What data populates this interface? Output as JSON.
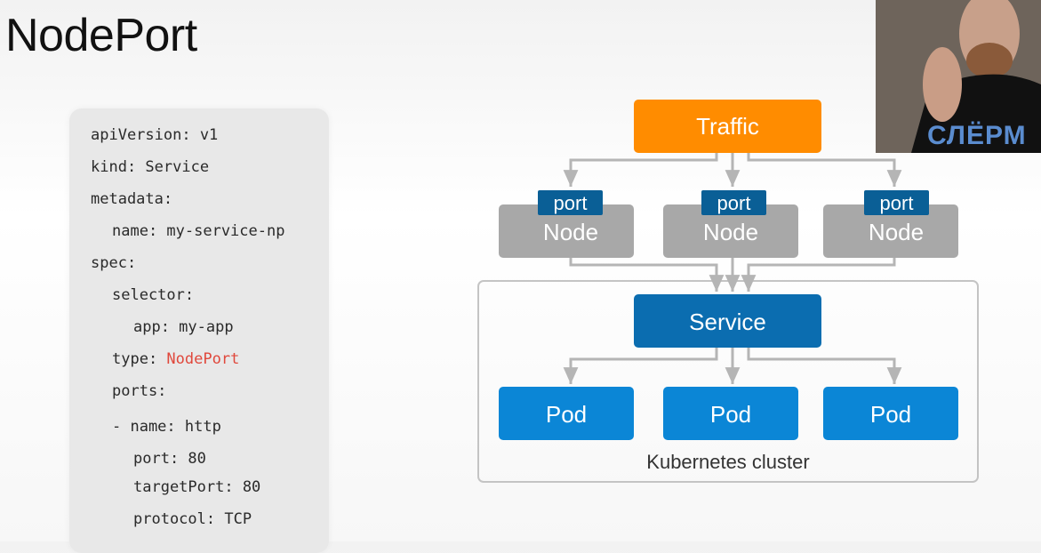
{
  "slide": {
    "title": "NodePort"
  },
  "code": {
    "lines": [
      {
        "text": "apiVersion: v1"
      },
      {
        "text": "kind: Service"
      },
      {
        "text": "metadata:"
      },
      {
        "text": "  name: my-service-np"
      },
      {
        "text": "spec:"
      },
      {
        "text": "  selector:"
      },
      {
        "text": "    app: my-app"
      },
      {
        "text": "  type: ",
        "highlight": "NodePort"
      },
      {
        "text": "  ports:"
      },
      {
        "text": "  - name: http"
      },
      {
        "text": "    port: 80"
      },
      {
        "text": "    targetPort: 80"
      },
      {
        "text": "    protocol: TCP"
      }
    ],
    "highlight_color": "#e0483c"
  },
  "diagram": {
    "traffic_label": "Traffic",
    "nodes": [
      {
        "label": "Node",
        "port_label": "port"
      },
      {
        "label": "Node",
        "port_label": "port"
      },
      {
        "label": "Node",
        "port_label": "port"
      }
    ],
    "service_label": "Service",
    "pods": [
      {
        "label": "Pod"
      },
      {
        "label": "Pod"
      },
      {
        "label": "Pod"
      }
    ],
    "cluster_label": "Kubernetes cluster",
    "colors": {
      "traffic": "#ff8c00",
      "node": "#a8a8a8",
      "port": "#0a5f96",
      "service": "#0b6db0",
      "pod": "#0b86d6",
      "arrow": "#b5b5b5",
      "cluster_border": "#c4c4c4"
    }
  },
  "webcam": {
    "shirt_text": "СЛЁРМ"
  }
}
